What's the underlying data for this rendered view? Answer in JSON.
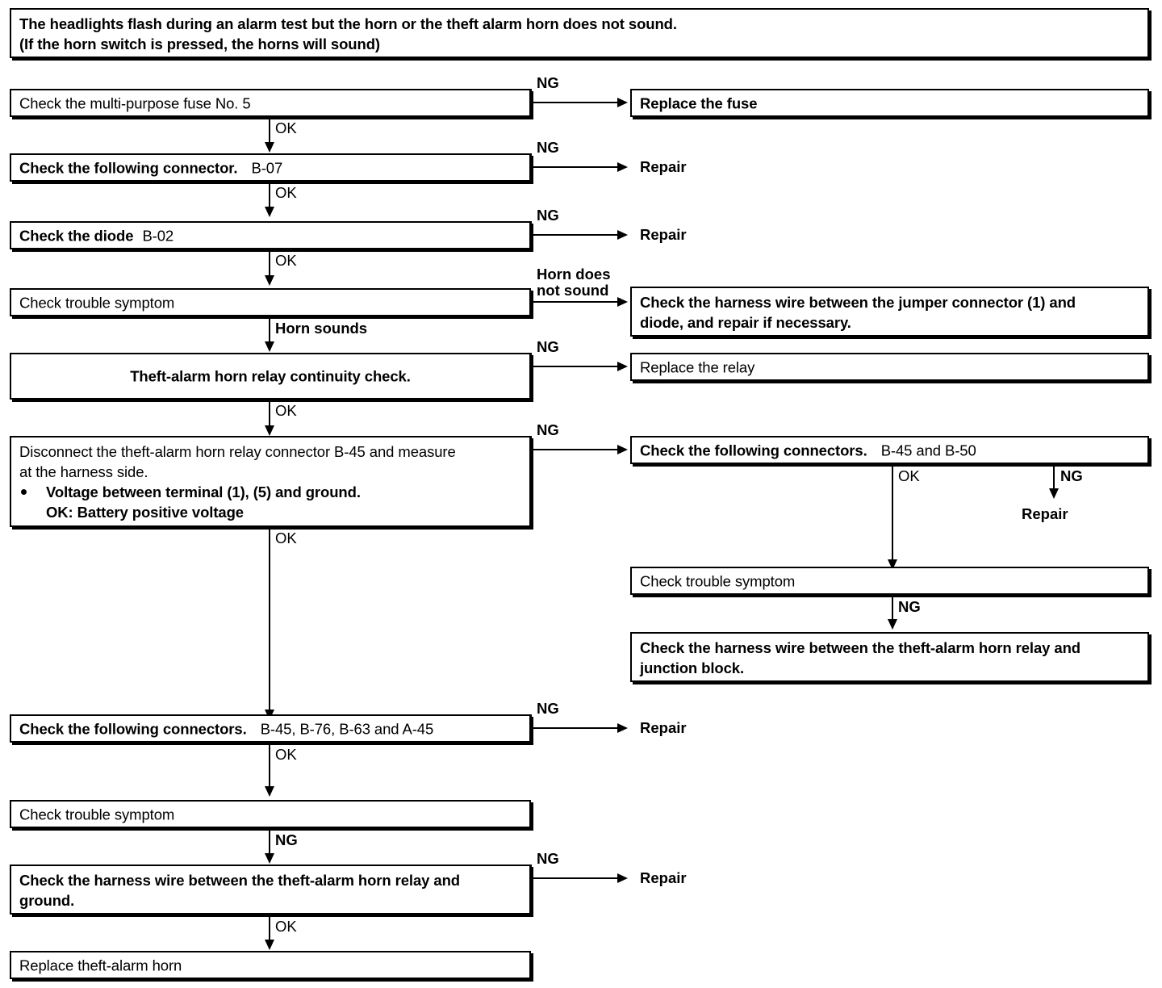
{
  "diagram": {
    "type": "troubleshooting-flowchart",
    "title_box": {
      "line1": "The headlights flash during an alarm test but the horn or the theft alarm horn does not sound.",
      "line2": "(If the horn switch is pressed, the horns will sound)"
    },
    "boxes": {
      "check_fuse": "Check the multi-purpose fuse No. 5",
      "replace_fuse": "Replace the fuse",
      "check_connector_b07_label": "Check the following connector.",
      "check_connector_b07_value": "B-07",
      "check_diode_label": "Check the diode",
      "check_diode_value": "B-02",
      "check_trouble_symptom_1": "Check trouble symptom",
      "check_harness_jumper_l1": "Check the harness wire between the jumper connector (1) and",
      "check_harness_jumper_l2": "diode, and repair if necessary.",
      "relay_continuity": "Theft-alarm horn relay continuity check.",
      "replace_relay": "Replace the relay",
      "disconnect_l1": "Disconnect the theft-alarm horn relay connector B-45 and measure",
      "disconnect_l2": "at the harness side.",
      "disconnect_bullet": "Voltage between terminal (1), (5) and ground.",
      "disconnect_ok": "OK: Battery positive voltage",
      "check_connectors_b45b50_label": "Check the following connectors.",
      "check_connectors_b45b50_value": "B-45 and B-50",
      "check_trouble_symptom_2": "Check trouble symptom",
      "check_harness_junction_l1": "Check the harness wire between the theft-alarm horn relay and",
      "check_harness_junction_l2": "junction block.",
      "check_connectors_multi_label": "Check the following connectors.",
      "check_connectors_multi_value": "B-45, B-76, B-63 and A-45",
      "check_trouble_symptom_3": "Check trouble symptom",
      "check_harness_ground_l1": "Check the harness wire between the theft-alarm horn relay and",
      "check_harness_ground_l2": "ground.",
      "replace_horn": "Replace theft-alarm horn"
    },
    "terminals": {
      "repair_1": "Repair",
      "repair_2": "Repair",
      "repair_3": "Repair",
      "repair_4": "Repair",
      "repair_5": "Repair"
    },
    "edge_labels": {
      "ng_fuse": "NG",
      "ok_fuse": "OK",
      "ng_b07": "NG",
      "ok_b07": "OK",
      "ng_diode": "NG",
      "ok_diode": "OK",
      "horn_not_sound_l1": "Horn does",
      "horn_not_sound_l2": "not sound",
      "horn_sounds": "Horn sounds",
      "ng_relay": "NG",
      "ok_relay": "OK",
      "ng_disconnect": "NG",
      "ok_disconnect": "OK",
      "ok_b45b50": "OK",
      "ng_b45b50": "NG",
      "ng_symptom2": "NG",
      "ng_multi": "NG",
      "ok_multi": "OK",
      "ng_symptom3": "NG",
      "ng_ground": "NG",
      "ok_ground": "OK"
    },
    "colors": {
      "ink": "#000000",
      "paper": "#ffffff"
    }
  }
}
